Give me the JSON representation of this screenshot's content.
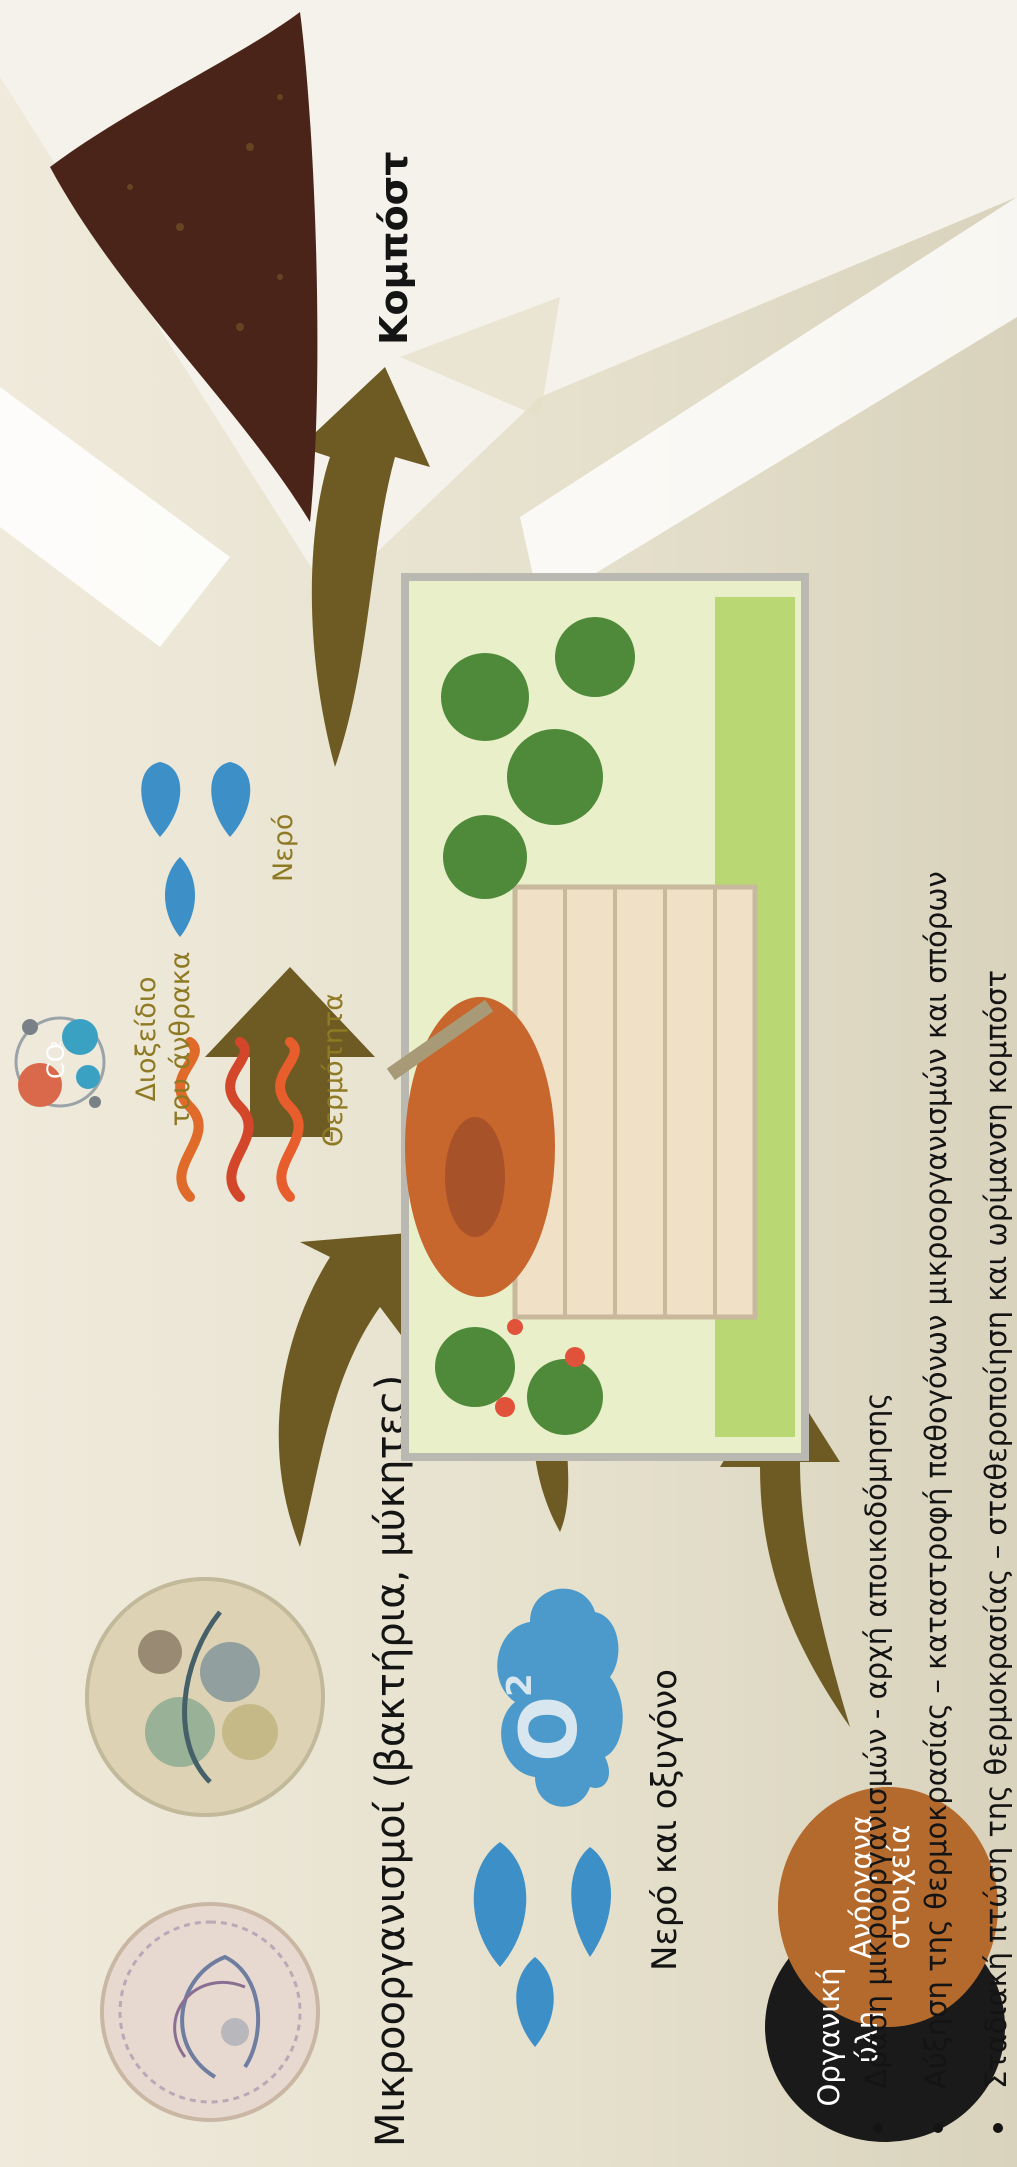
{
  "labels": {
    "microorganisms": "Μικροοργανισμοί (βακτήρια, μύκητες)",
    "water_oxygen": "Νερό και οξυγόνο",
    "oxygen_symbol": "O",
    "oxygen_subscript": "2",
    "organic_matter": "Οργανική ύλη",
    "inorganic_elements": "Ανόργανα στοιχεία",
    "heat": "Θερμότητα",
    "carbon_dioxide": "Διοξείδιο του άνθρακα",
    "co2_symbol": "CO",
    "co2_subscript": "2",
    "water": "Νερό",
    "compost": "Κομπόστ"
  },
  "bullets": [
    "Δράση μικροοργανισμών  - αρχή αποικοδόμησης",
    "Αύξηση της θερμοκρασίας – καταστροφή παθογόνων μικροοργανισμών και σπόρων",
    "Σταδιακή πτώση της θερμοκρασίας – σταθεροποίηση και ωρίμανση κομπόστ"
  ],
  "colors": {
    "arrow": "#6e5b24",
    "label_gold": "#8f7a24",
    "organic_oval": "#1b1a1a",
    "inorganic_oval": "#b46a2c",
    "water_blue": "#3d8fc8",
    "compost_brown": "#4a2418",
    "heat_red": "#d4462a"
  },
  "icons": [
    "microbe-icon",
    "water-drop-icon",
    "oxygen-cloud-icon",
    "heat-wave-icon",
    "co2-molecule-icon",
    "compost-bin-icon",
    "compost-pile-icon"
  ]
}
